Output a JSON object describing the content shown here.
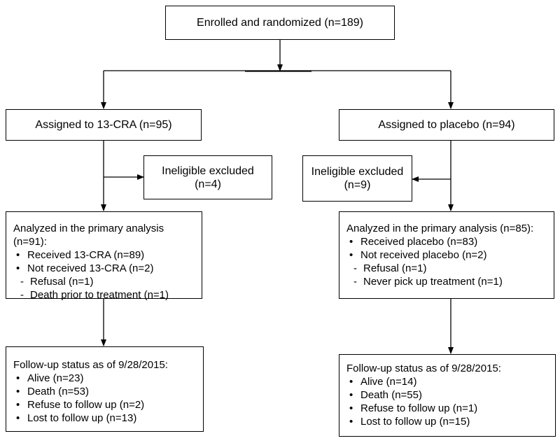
{
  "enrolled": "Enrolled and randomized (n=189)",
  "left": {
    "assigned": "Assigned to 13-CRA (n=95)",
    "excluded": [
      "Ineligible excluded",
      "(n=4)"
    ],
    "analyzed_title": "Analyzed in the primary analysis (n=91):",
    "analyzed_items": [
      {
        "kind": "bullet",
        "text": "Received 13-CRA  (n=89)"
      },
      {
        "kind": "bullet",
        "text": "Not received 13-CRA (n=2)"
      },
      {
        "kind": "dash",
        "text": "Refusal (n=1)"
      },
      {
        "kind": "dash",
        "text": "Death prior to treatment (n=1)"
      }
    ],
    "followup_title": "Follow-up status as of 9/28/2015:",
    "followup_items": [
      "Alive  (n=23)",
      "Death (n=53)",
      "Refuse to follow up (n=2)",
      "Lost to follow up (n=13)"
    ]
  },
  "right": {
    "assigned": "Assigned to placebo (n=94)",
    "excluded": [
      "Ineligible excluded",
      "(n=9)"
    ],
    "analyzed_title": "Analyzed in the primary analysis (n=85):",
    "analyzed_items": [
      {
        "kind": "bullet",
        "text": "Received placebo  (n=83)"
      },
      {
        "kind": "bullet",
        "text": "Not received placebo  (n=2)"
      },
      {
        "kind": "dash",
        "text": "Refusal (n=1)"
      },
      {
        "kind": "dash",
        "text": "Never pick up treatment (n=1)"
      }
    ],
    "followup_title": "Follow-up status as of 9/28/2015:",
    "followup_items": [
      "Alive  (n=14)",
      "Death (n=55)",
      "Refuse to follow up (n=1)",
      "Lost to follow up (n=15)"
    ]
  }
}
